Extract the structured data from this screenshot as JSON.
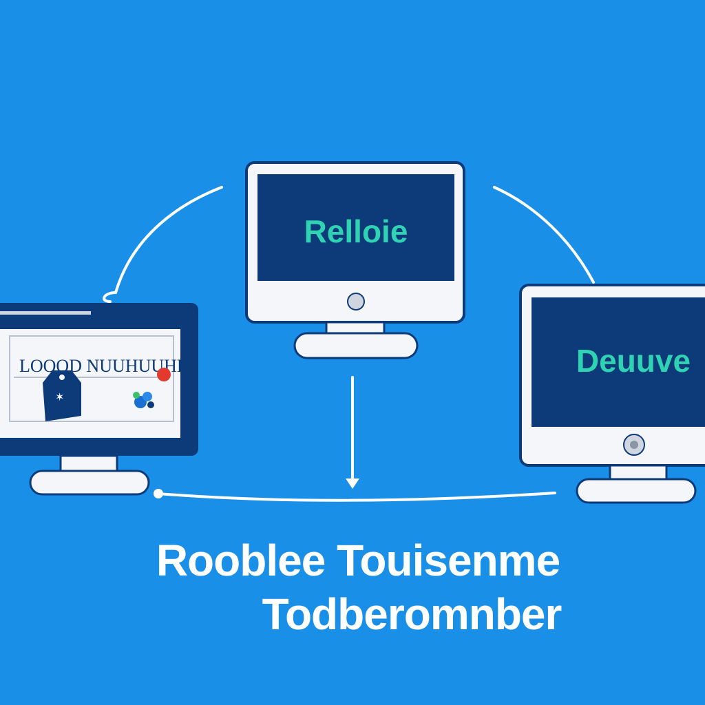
{
  "colors": {
    "background": "#1a8fe8",
    "screen_dark": "#0d3a78",
    "screen_text": "#2fd3b4",
    "device_white": "#f4f6fa",
    "outline": "#0d3a78",
    "connector": "#ffffff"
  },
  "monitors": {
    "center": {
      "screen_text": "Relloie"
    },
    "right": {
      "screen_text": "Deuuve"
    },
    "left": {
      "screen_text": "LOOOD NUUHUUHE"
    }
  },
  "caption": {
    "line1": "Rooblee Touisenme",
    "line2": "Todberomnber"
  },
  "icons": {
    "connector_lines": "connector-lines",
    "tag_icon": "tag-icon",
    "red_dot": "red-dot-icon",
    "blue_cluster": "blue-cluster-icon",
    "arrow": "arrow-down-icon"
  }
}
